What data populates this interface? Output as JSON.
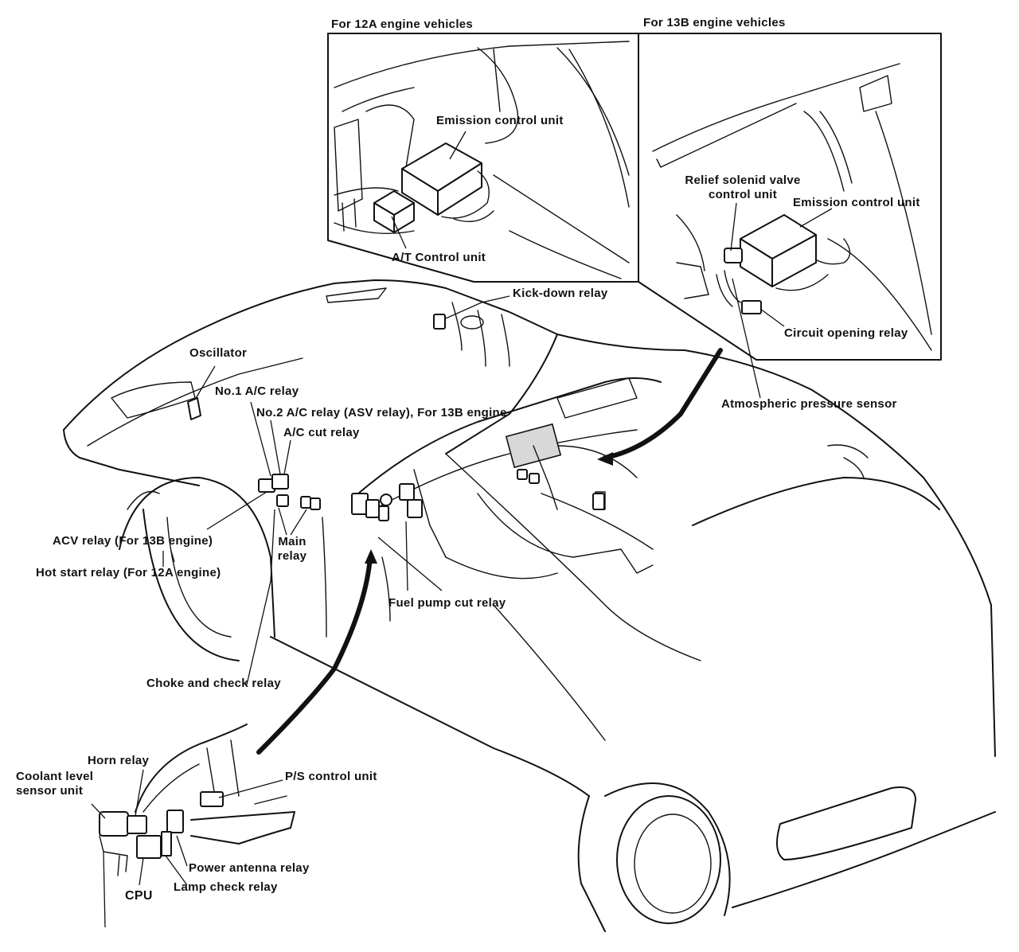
{
  "insets": {
    "left_title": "For 12A engine vehicles",
    "right_title": "For 13B engine vehicles"
  },
  "labels": {
    "emission_control_unit_12a": "Emission control unit",
    "at_control_unit": "A/T Control unit",
    "relief_solenoid_valve_control_unit": "Relief solenid valve control unit",
    "emission_control_unit_13b": "Emission control unit",
    "circuit_opening_relay": "Circuit opening relay",
    "kick_down_relay": "Kick-down relay",
    "atmospheric_pressure_sensor": "Atmospheric pressure sensor",
    "oscillator": "Oscillator",
    "no1_ac_relay": "No.1 A/C relay",
    "no2_ac_relay": "No.2 A/C relay (ASV relay), For 13B engine",
    "ac_cut_relay": "A/C cut relay",
    "acv_relay": "ACV relay (For 13B engine)",
    "hot_start_relay": "Hot start relay (For 12A engine)",
    "main_relay": "Main relay",
    "fuel_pump_cut_relay": "Fuel pump cut relay",
    "choke_and_check_relay": "Choke and check relay",
    "horn_relay": "Horn relay",
    "coolant_level_sensor_unit": "Coolant level sensor unit",
    "ps_control_unit": "P/S control unit",
    "power_antenna_relay": "Power antenna relay",
    "lamp_check_relay": "Lamp check relay",
    "cpu": "CPU"
  }
}
